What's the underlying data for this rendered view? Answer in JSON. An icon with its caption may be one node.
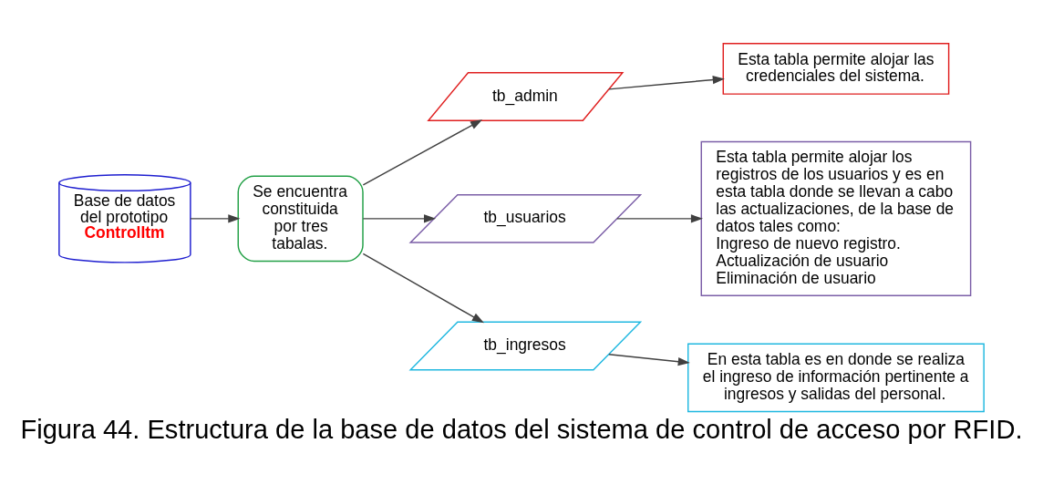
{
  "diagram": {
    "caption": "Figura 44. Estructura de la base de datos del sistema de control de acceso por RFID.",
    "nodes": [
      {
        "text": [
          "Base de datos del prototipo",
          "ControlItm"
        ]
      },
      {
        "text": [
          "Se encuentra constituida por tres tabalas."
        ]
      },
      {
        "text": [
          "tb_admin"
        ]
      },
      {
        "text": [
          "tb_usuarios"
        ]
      },
      {
        "text": [
          "tb_ingresos"
        ]
      },
      {
        "text": [
          "Esta tabla permite alojar las credenciales del sistema."
        ]
      },
      {
        "text": [
          "Esta tabla permite alojar los registros de los usuarios y es en esta tabla donde se llevan a cabo las actualizaciones, de la base de datos tales como:",
          "Ingreso de nuevo registro.",
          "Actualización de usuario",
          "Eliminación de usuario"
        ]
      },
      {
        "text": [
          "En esta tabla es en donde se realiza el ingreso de información pertinente a ingresos y salidas del personal."
        ]
      }
    ],
    "edges": [
      {
        "from": 0,
        "to": 1,
        "arrow": "to"
      },
      {
        "from": 1,
        "to": 2,
        "arrow": "to"
      },
      {
        "from": 1,
        "to": 3,
        "arrow": "to"
      },
      {
        "from": 1,
        "to": 4,
        "arrow": "to"
      },
      {
        "from": 2,
        "to": 5,
        "arrow": "to"
      },
      {
        "from": 3,
        "to": 6,
        "arrow": "to"
      },
      {
        "from": 4,
        "to": 7,
        "arrow": "to"
      }
    ]
  }
}
